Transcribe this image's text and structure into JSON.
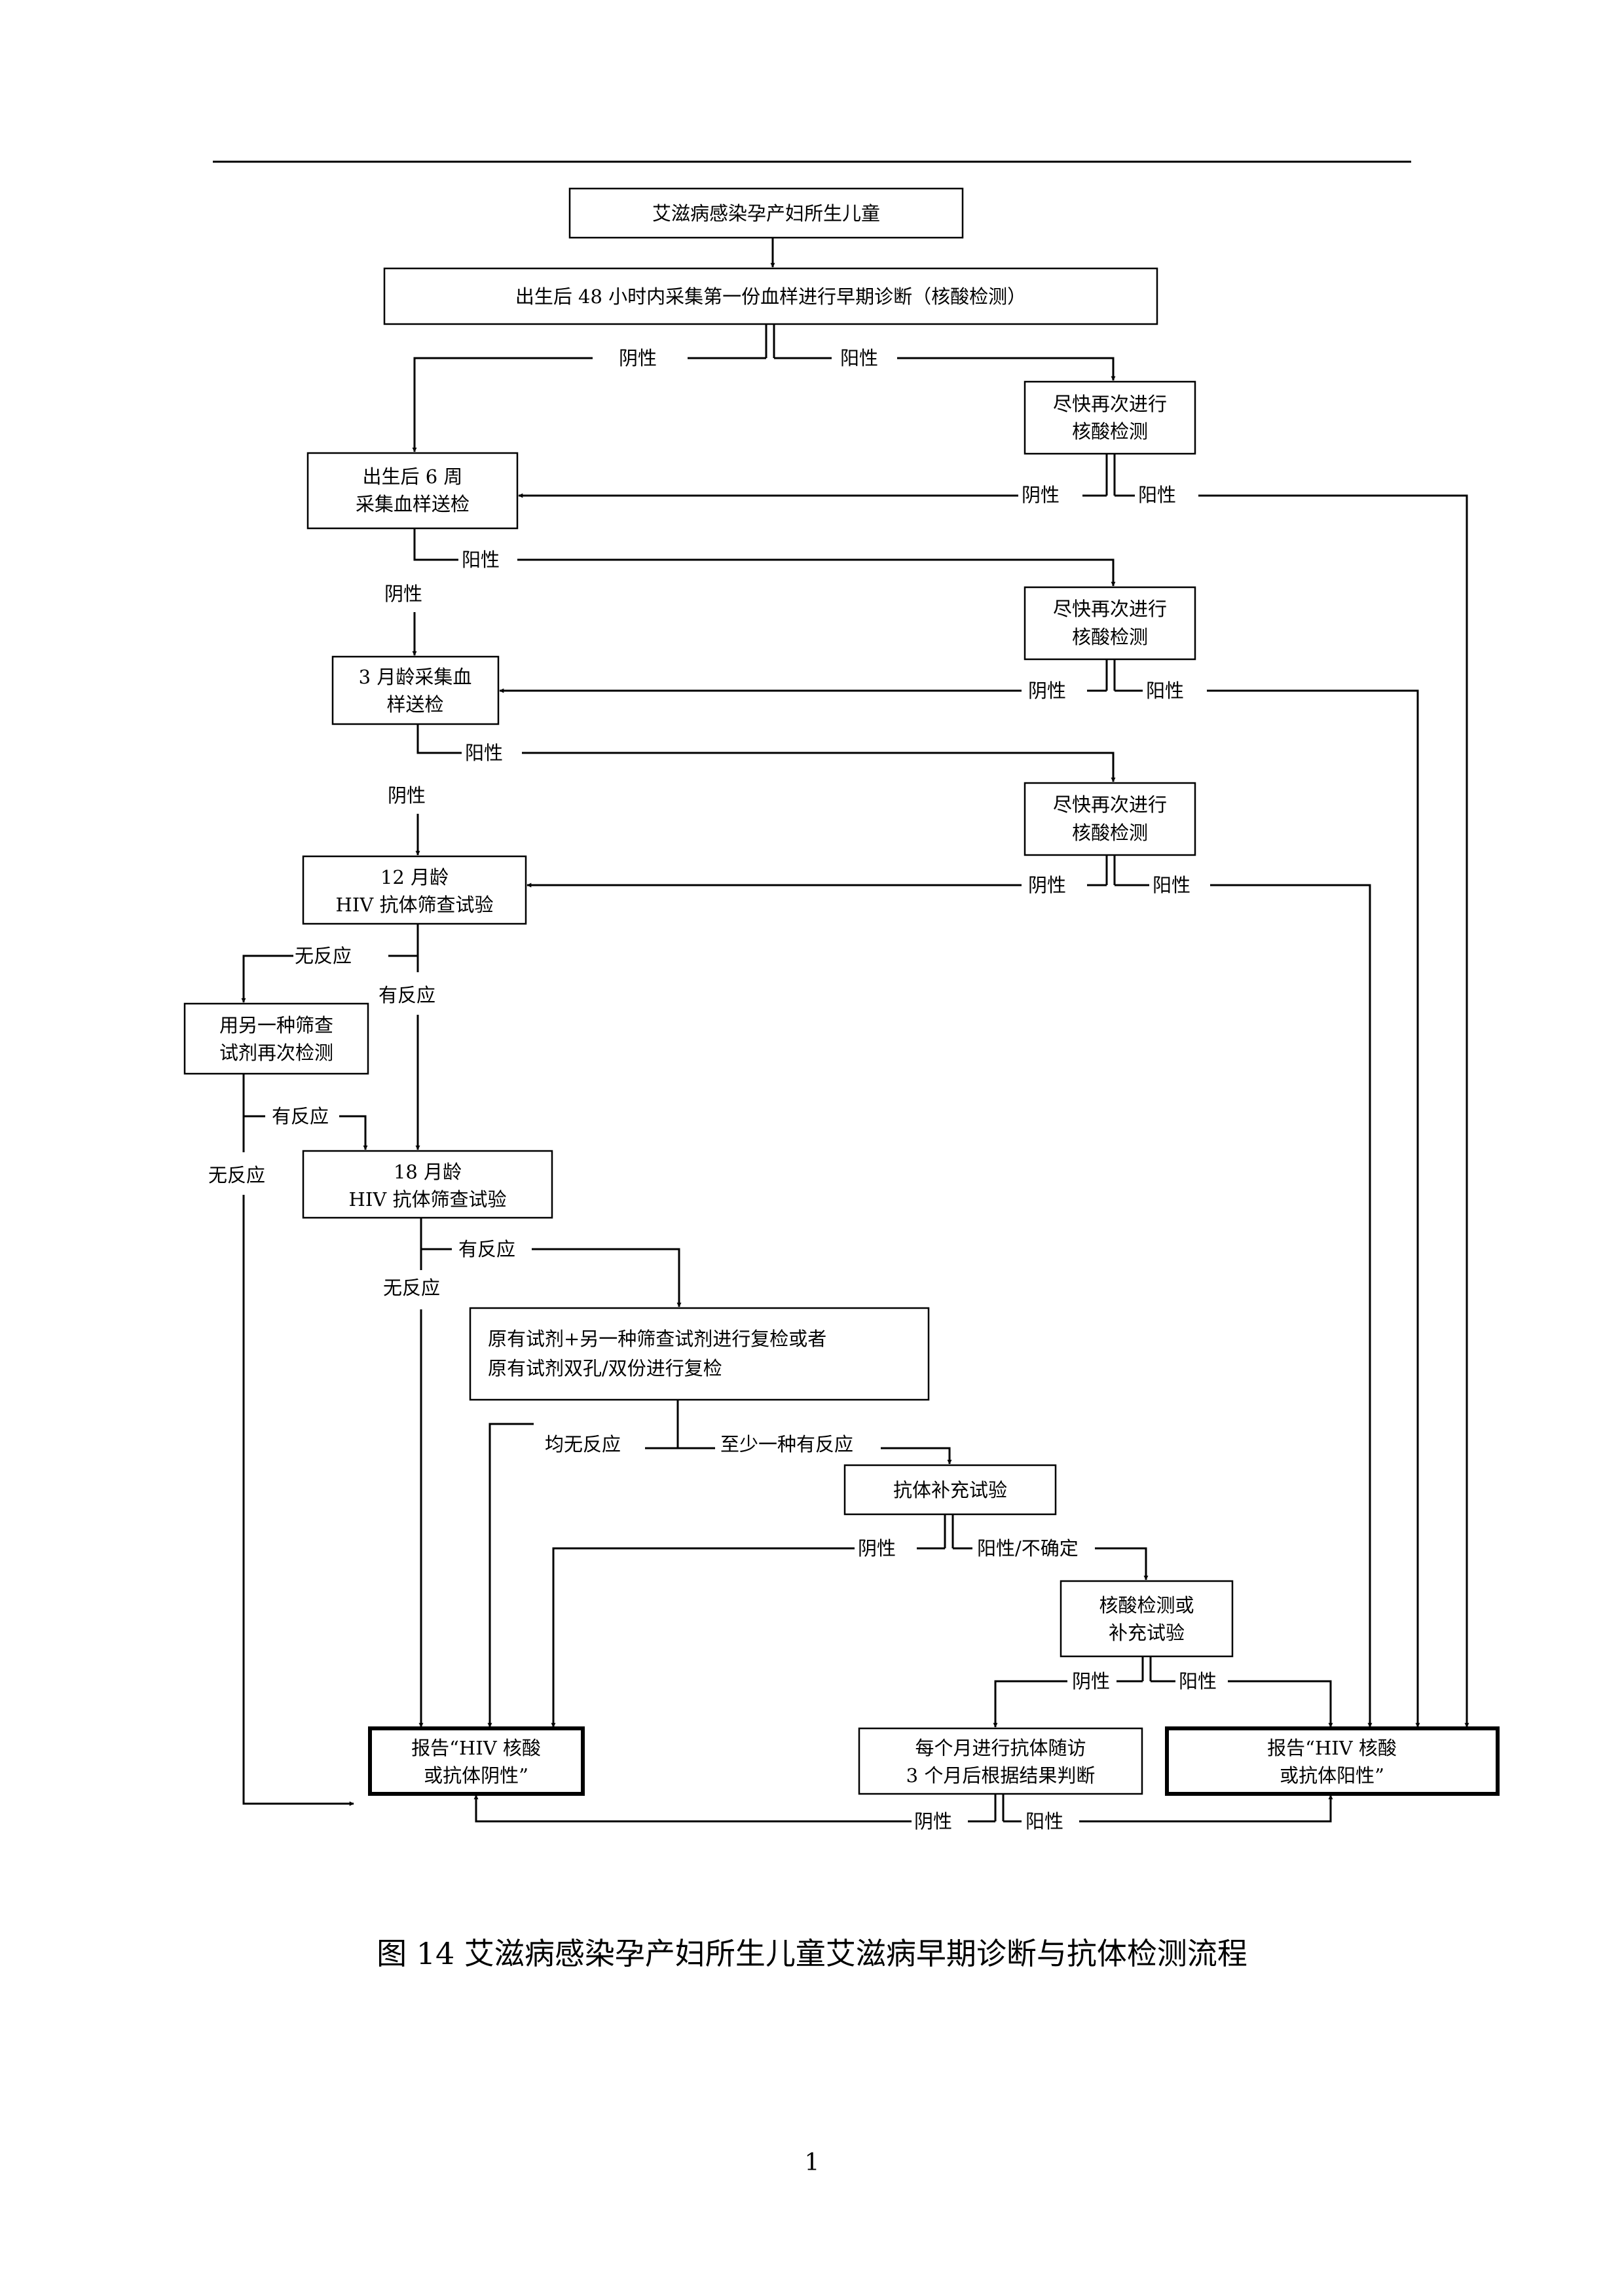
{
  "nodes": {
    "start": "艾滋病感染孕产妇所生儿童",
    "early_dx": "出生后 48 小时内采集第一份血样进行早期诊断（核酸检测）",
    "retest_1": [
      "尽快再次进行",
      "核酸检测"
    ],
    "week6": [
      "出生后 6 周",
      "采集血样送检"
    ],
    "retest_2": [
      "尽快再次进行",
      "核酸检测"
    ],
    "month3": [
      "3 月龄采集血",
      "样送检"
    ],
    "retest_3": [
      "尽快再次进行",
      "核酸检测"
    ],
    "month12": [
      "12 月龄",
      "HIV 抗体筛查试验"
    ],
    "other_reagent": [
      "用另一种筛查",
      "试剂再次检测"
    ],
    "month18": [
      "18 月龄",
      "HIV 抗体筛查试验"
    ],
    "recheck": [
      "原有试剂+另一种筛查试剂进行复检或者",
      "原有试剂双孔/双份进行复检"
    ],
    "supplement": "抗体补充试验",
    "nat_or_supp": [
      "核酸检测或",
      "补充试验"
    ],
    "report_negative": [
      "报告“HIV 核酸",
      "或抗体阴性”"
    ],
    "monthly_followup": [
      "每个月进行抗体随访",
      "3 个月后根据结果判断"
    ],
    "report_positive": [
      "报告“HIV 核酸",
      "或抗体阳性”"
    ]
  },
  "labels": {
    "negative": "阴性",
    "positive": "阳性",
    "no_reaction": "无反应",
    "reactive": "有反应",
    "all_no_reaction": "均无反应",
    "at_least_one_reactive": "至少一种有反应",
    "positive_or_indeterminate": "阳性/不确定"
  },
  "caption": "图 14  艾滋病感染孕产妇所生儿童艾滋病早期诊断与抗体检测流程",
  "page_number": "1"
}
